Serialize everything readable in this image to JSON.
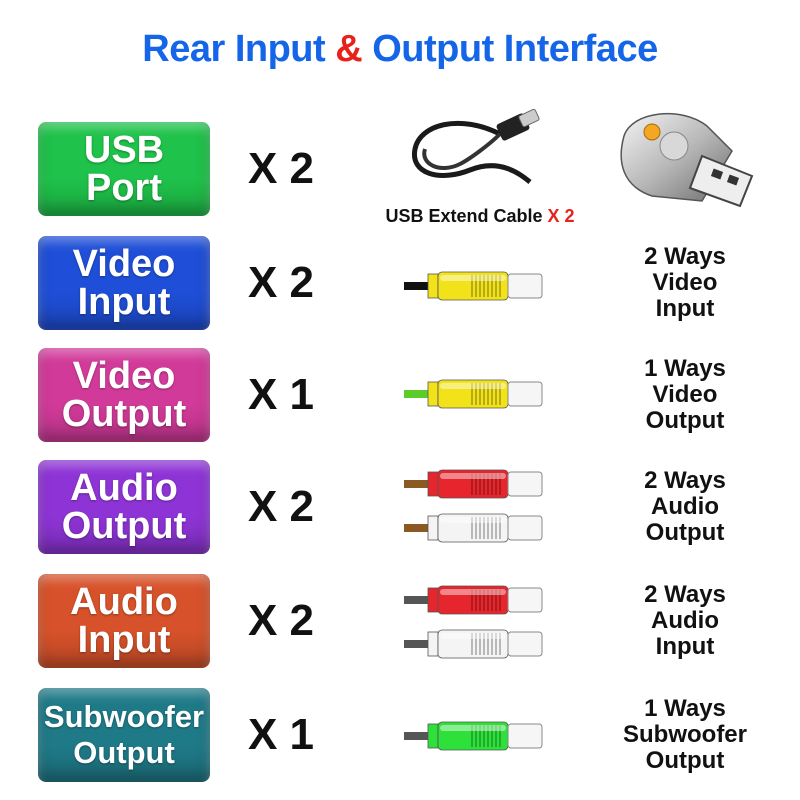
{
  "title": {
    "part1": "Rear Input",
    "amp": "&",
    "part2": "Output Interface"
  },
  "rows": [
    {
      "line1": "USB",
      "line2": "Port",
      "qty": "X 2",
      "color": "#1fc24a",
      "caption_text": "USB Extend Cable",
      "caption_qty": "X 2"
    },
    {
      "line1": "Video",
      "line2": "Input",
      "qty": "X 2",
      "color": "#1f4fd8",
      "desc": [
        "2 Ways",
        "Video",
        "Input"
      ],
      "tip_color": "#111111",
      "plug_colors": [
        "#f2e21a"
      ]
    },
    {
      "line1": "Video",
      "line2": "Output",
      "qty": "X 1",
      "color": "#d23a9a",
      "desc": [
        "1 Ways",
        "Video",
        "Output"
      ],
      "tip_color": "#5ccc2a",
      "plug_colors": [
        "#f2e21a"
      ]
    },
    {
      "line1": "Audio",
      "line2": "Output",
      "qty": "X 2",
      "color": "#8e34d6",
      "desc": [
        "2 Ways",
        "Audio",
        "Output"
      ],
      "tip_color": "#8a5a22",
      "plug_colors": [
        "#e6262c",
        "#f4f4f4"
      ]
    },
    {
      "line1": "Audio",
      "line2": "Input",
      "qty": "X 2",
      "color": "#d7522a",
      "desc": [
        "2 Ways",
        "Audio",
        "Input"
      ],
      "tip_color": "#555555",
      "plug_colors": [
        "#e6262c",
        "#f4f4f4"
      ]
    },
    {
      "line1": "Subwoofer",
      "line2": "Output",
      "qty": "X 1",
      "color": "#1f7a88",
      "desc": [
        "1 Ways",
        "Subwoofer",
        "Output"
      ],
      "tip_color": "#555555",
      "plug_colors": [
        "#2ee03a"
      ]
    }
  ]
}
